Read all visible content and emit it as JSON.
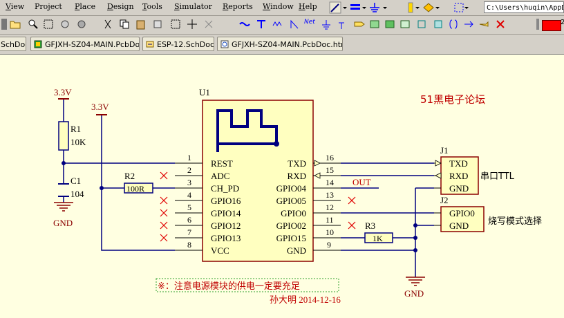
{
  "menu": [
    "View",
    "Project",
    "Place",
    "Design",
    "Tools",
    "Simulator",
    "Reports",
    "Window",
    "Help"
  ],
  "menu_underline": [
    "V",
    "j",
    "P",
    "D",
    "T",
    "S",
    "R",
    "W",
    "H"
  ],
  "path_box": "C:\\Users\\huqin\\AppD",
  "color_swatch_label": "2",
  "tabs": [
    {
      "label": "SchDoc"
    },
    {
      "label": "GFJXH-SZ04-MAIN.PcbDoc"
    },
    {
      "label": "ESP-12.SchDoc"
    },
    {
      "label": "GFJXH-SZ04-MAIN.PcbDoc.htm"
    }
  ],
  "colors": {
    "wire": "#000080",
    "component": "#8B0000",
    "body_fill": "#FFFFC0",
    "body_border": "#8B0000",
    "power": "#8B0000",
    "note": "#C00000",
    "title": "#C00000"
  },
  "schematic": {
    "title": "51黑电子论坛",
    "u1_designator": "U1",
    "u1_left_pins": [
      {
        "num": "1",
        "name": "REST"
      },
      {
        "num": "2",
        "name": "ADC"
      },
      {
        "num": "3",
        "name": "CH_PD"
      },
      {
        "num": "4",
        "name": "GPIO16"
      },
      {
        "num": "5",
        "name": "GPIO14"
      },
      {
        "num": "6",
        "name": "GPIO12"
      },
      {
        "num": "7",
        "name": "GPIO13"
      },
      {
        "num": "8",
        "name": "VCC"
      }
    ],
    "u1_right_pins": [
      {
        "num": "16",
        "name": "TXD"
      },
      {
        "num": "15",
        "name": "RXD"
      },
      {
        "num": "14",
        "name": "GPIO04"
      },
      {
        "num": "13",
        "name": "GPIO05"
      },
      {
        "num": "12",
        "name": "GPIO0"
      },
      {
        "num": "11",
        "name": "GPIO02"
      },
      {
        "num": "10",
        "name": "GPIO15"
      },
      {
        "num": "9",
        "name": "GND"
      }
    ],
    "vcc_label_1": "3.3V",
    "vcc_label_2": "3.3V",
    "r1_name": "R1",
    "r1_value": "10K",
    "c1_name": "C1",
    "c1_value": "104",
    "gnd_left": "GND",
    "r2_name": "R2",
    "r2_value": "100R",
    "r3_name": "R3",
    "r3_value": "1K",
    "out_label": "OUT",
    "j1_name": "J1",
    "j1_pins": [
      "TXD",
      "RXD",
      "GND"
    ],
    "j1_desc": "串口TTL",
    "j2_name": "J2",
    "j2_pins": [
      "GPIO0",
      "GND"
    ],
    "j2_desc": "烧写模式选择",
    "gnd_right": "GND",
    "note": "※：注意电源模块的供电一定要充足",
    "author": "孙大明 2014-12-16"
  }
}
